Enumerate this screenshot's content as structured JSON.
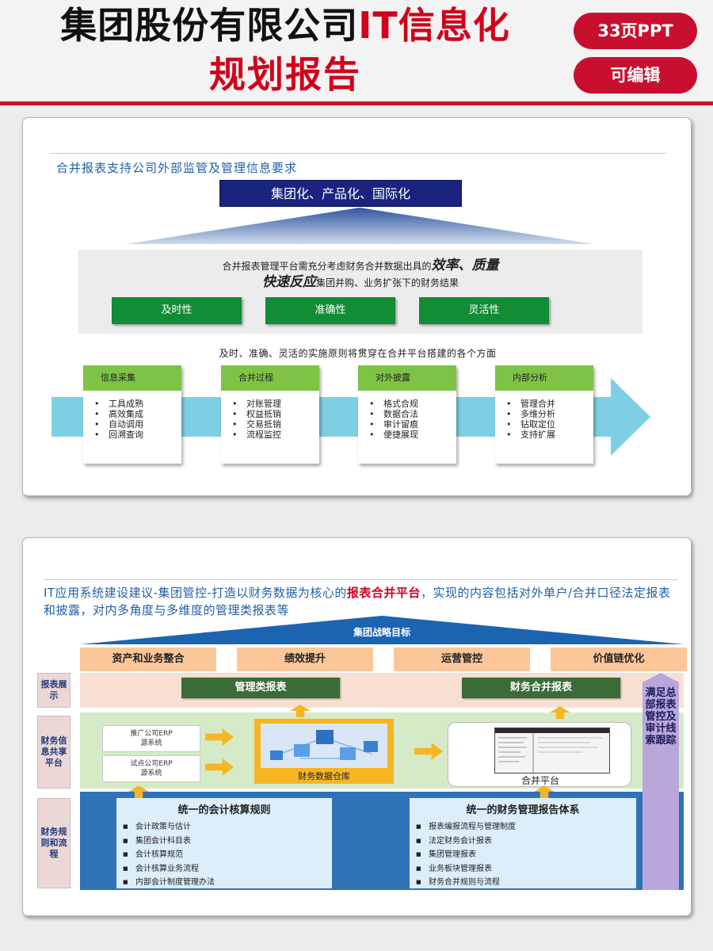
{
  "header": {
    "title_black": "集团股份有限公司",
    "title_red": "IT信息化",
    "title_line2": "规划报告",
    "badge_pages": "33页PPT",
    "badge_edit": "可编辑"
  },
  "slide1": {
    "heading": "合并报表支持公司外部监管及管理信息要求",
    "top_box": "集团化、产品化、国际化",
    "panel": {
      "line1_pre": "合并报表管理平台需充分考虑财务合并数据出具的",
      "line1_em": "效率、质量",
      "line2_em": "快速反应",
      "line2_post": "集团并购、业务扩张下的财务结果"
    },
    "principles": [
      "及时性",
      "准确性",
      "灵活性"
    ],
    "mid_text": "及时、准确、灵活的实施原则将贯穿在合并平台搭建的各个方面",
    "stages": [
      {
        "title": "信息采集",
        "items": [
          "工具成熟",
          "高效集成",
          "自动调用",
          "回溯查询"
        ]
      },
      {
        "title": "合并过程",
        "items": [
          "对账管理",
          "权益抵销",
          "交易抵销",
          "流程监控"
        ]
      },
      {
        "title": "对外披露",
        "items": [
          "格式合规",
          "数据合法",
          "审计留痕",
          "便捷展现"
        ]
      },
      {
        "title": "内部分析",
        "items": [
          "管理合并",
          "多维分析",
          "钻取定位",
          "支持扩展"
        ]
      }
    ]
  },
  "slide2": {
    "heading_pre": "IT应用系统建设建议-集团管控-打造以财务数据为核心的",
    "heading_hl": "报表合并平台",
    "heading_post": "，实现的内容包括对外单户/合并口径法定报表和披露，对内多角度与多维度的管理类报表等",
    "goal": "集团战略目标",
    "goal_boxes": [
      "资产和业务整合",
      "绩效提升",
      "运营管控",
      "价值链优化"
    ],
    "left_labels": [
      "报表展示",
      "财务信息共享平台",
      "财务规则和流程"
    ],
    "report_mgmt": "管理类报表",
    "report_fin": "财务合并报表",
    "erp1": [
      "推广公司ERP",
      "源系统"
    ],
    "erp2": [
      "试点公司ERP",
      "源系统"
    ],
    "dw_label": "财务数据仓库",
    "merge_label": "合并平台",
    "rules_left": {
      "title": "统一的会计核算规则",
      "items": [
        "会计政策与估计",
        "集团会计科目表",
        "会计核算规范",
        "会计核算业务流程",
        "内部会计制度管理办法"
      ]
    },
    "rules_right": {
      "title": "统一的财务管理报告体系",
      "items": [
        "报表编报流程与管理制度",
        "法定财务会计报表",
        "集团管理报表",
        "业务板块管理报表",
        "财务合并规则与流程"
      ]
    },
    "side_note": "满足总部报表管控及审计线索跟踪"
  },
  "colors": {
    "brand_red": "#c8102e",
    "navy": "#1a237e",
    "green": "#128c35",
    "stage_green": "#7ec346",
    "cyan": "#7ecfe3",
    "blue": "#2f72b6",
    "orange": "#f6b623"
  }
}
